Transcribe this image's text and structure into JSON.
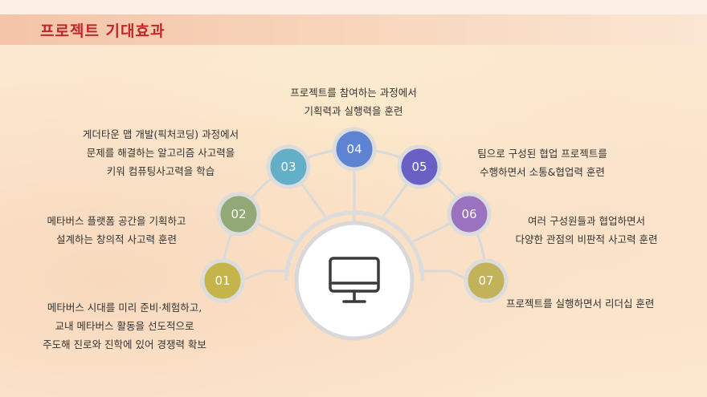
{
  "title": "프로젝트 기대효과",
  "center_icon": "computer-monitor-icon",
  "colors": {
    "title": "#c4252a",
    "ring": "#d9d9d9",
    "n01": "#c4b44a",
    "n02": "#93a877",
    "n03": "#63afc8",
    "n04": "#5d83d2",
    "n05": "#6a5fc4",
    "n06": "#9a72c0",
    "n07": "#c2b25a"
  },
  "nodes": [
    {
      "num": "01",
      "lines": [
        "메타버스 시대를 미리 준비·체험하고,",
        "교내 메타버스 활동을 선도적으로",
        "주도해 진로와 진학에 있어 경쟁력 확보"
      ]
    },
    {
      "num": "02",
      "lines": [
        "메타버스 플랫폼 공간을 기획하고",
        "설계하는 창의적 사고력 훈련"
      ]
    },
    {
      "num": "03",
      "lines": [
        "게더타운 맵 개발(픽처코딩) 과정에서",
        "문제를 해결하는 알고리즘 사고력을",
        "키워 컴퓨팅사고력을 학습"
      ]
    },
    {
      "num": "04",
      "lines": [
        "프로젝트를 참여하는 과정에서",
        "기획력과 실행력을 훈련"
      ]
    },
    {
      "num": "05",
      "lines": [
        "팀으로 구성된 협업 프로젝트를",
        "수행하면서 소통&협업력 훈련"
      ]
    },
    {
      "num": "06",
      "lines": [
        "여러 구성원들과 협업하면서",
        "다양한 관점의 비판적 사고력 훈련"
      ]
    },
    {
      "num": "07",
      "lines": [
        "프로젝트를 실행하면서 리더십 훈련"
      ]
    }
  ]
}
